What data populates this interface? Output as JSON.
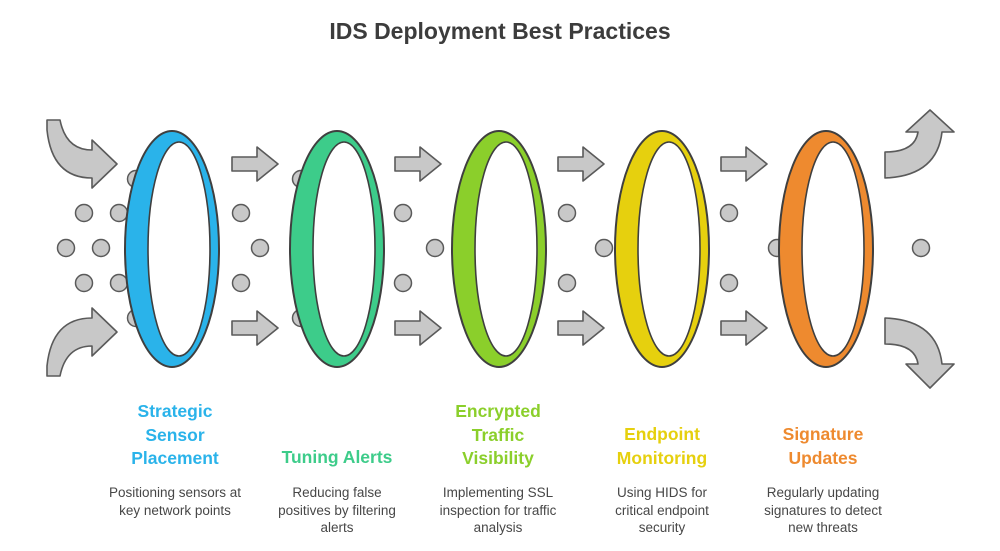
{
  "title": "IDS Deployment Best Practices",
  "steps": [
    {
      "title": "Strategic Sensor Placement",
      "description": "Positioning sensors at key network points",
      "color": "#2ab3ea"
    },
    {
      "title": "Tuning Alerts",
      "description": "Reducing false positives by filtering alerts",
      "color": "#3dcc8a"
    },
    {
      "title": "Encrypted Traffic Visibility",
      "description": "Implementing SSL inspection for traffic analysis",
      "color": "#8bcf2b"
    },
    {
      "title": "Endpoint Monitoring",
      "description": "Using HIDS for critical endpoint security",
      "color": "#e6d00e"
    },
    {
      "title": "Signature Updates",
      "description": "Regularly updating signatures to detect new threats",
      "color": "#ee8a2f"
    }
  ],
  "icons": {
    "inflow_arrows": "curved-arrow-icon",
    "between_arrows": "arrow-right-icon",
    "outflow_arrows": "curved-arrow-icon",
    "dots": "dot-icon",
    "rings": "ring-icon"
  },
  "colors": {
    "arrow_fill": "#c8c8c8",
    "arrow_stroke": "#5a5a5a",
    "dot_fill": "#c8c8c8",
    "dot_stroke": "#5a5a5a",
    "title_text": "#3c3c3c",
    "desc_text": "#474747"
  }
}
